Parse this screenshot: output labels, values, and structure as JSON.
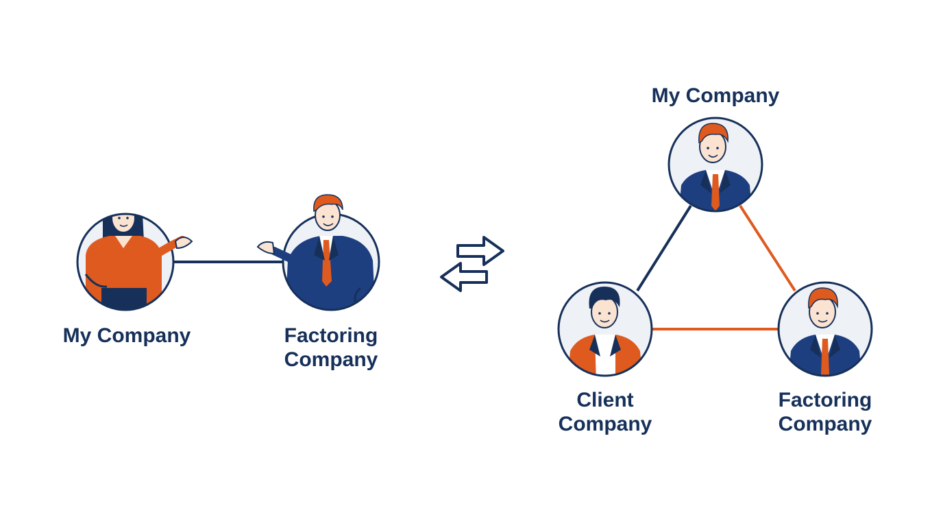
{
  "left_diagram": {
    "my_company": {
      "label": "My Company"
    },
    "factoring_company": {
      "label_line1": "Factoring",
      "label_line2": "Company"
    }
  },
  "right_diagram": {
    "my_company": {
      "label": "My Company"
    },
    "client_company": {
      "label_line1": "Client",
      "label_line2": "Company"
    },
    "factoring_company": {
      "label_line1": "Factoring",
      "label_line2": "Company"
    }
  },
  "colors": {
    "navy": "#16305a",
    "orange": "#df5a1e",
    "circle_fill": "#eef1f5",
    "skin": "#fbe3d2"
  }
}
